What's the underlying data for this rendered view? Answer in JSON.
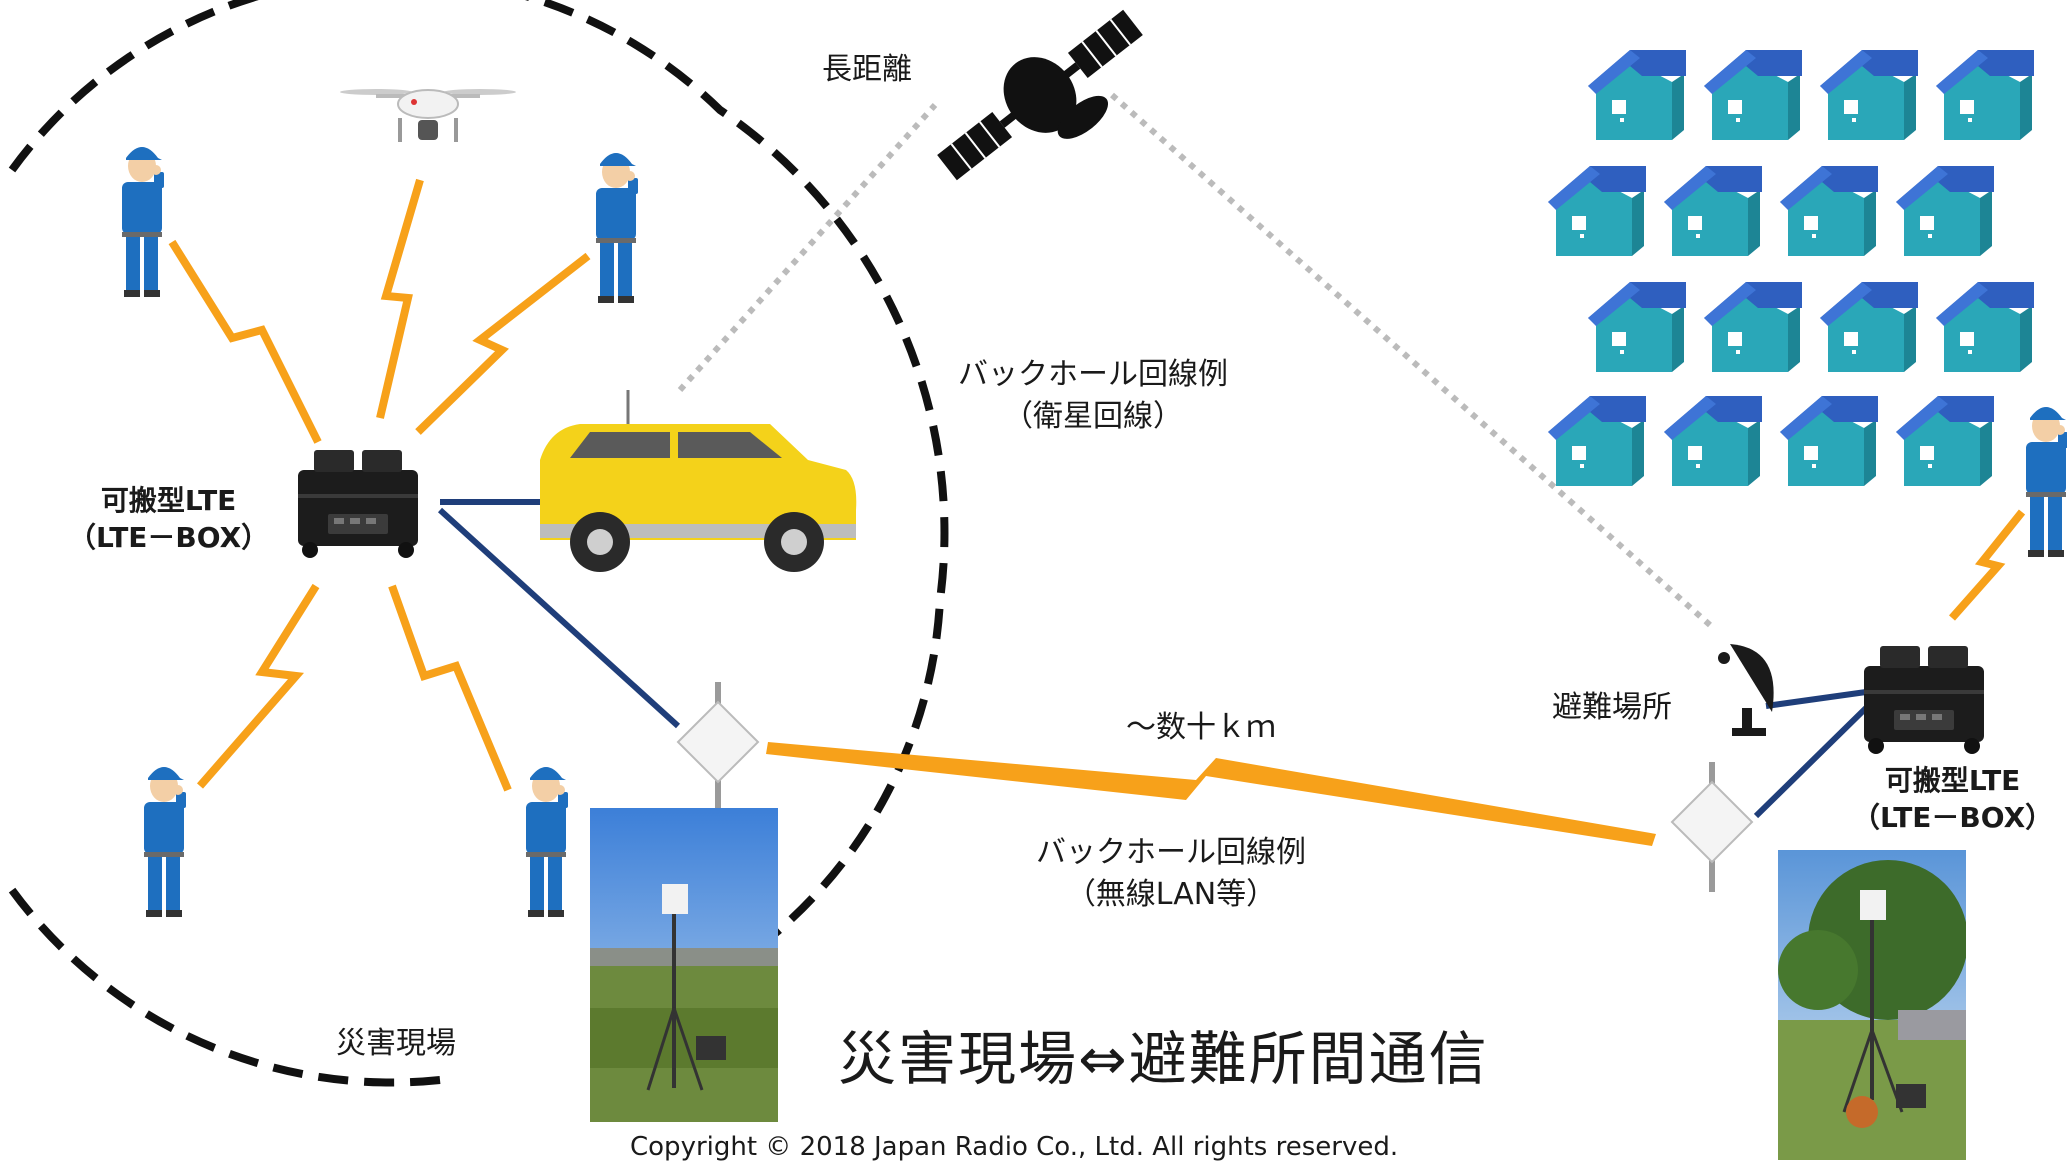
{
  "labels": {
    "long_distance": "長距離",
    "backhaul_satellite_line1": "バックホール回線例",
    "backhaul_satellite_line2": "（衛星回線）",
    "lte_box_left_line1": "可搬型LTE",
    "lte_box_left_line2": "（LTE－BOX）",
    "lte_box_right_line1": "可搬型LTE",
    "lte_box_right_line2": "（LTE－BOX）",
    "distance": "～数十ｋｍ",
    "backhaul_wireless_line1": "バックホール回線例",
    "backhaul_wireless_line2": "（無線LAN等）",
    "shelter": "避難場所",
    "disaster_site": "災害現場",
    "title": "災害現場⇔避難所間通信",
    "copyright": "Copyright © 2018 Japan Radio Co., Ltd. All rights reserved."
  },
  "colors": {
    "signal": "#f7a11a",
    "wired_link": "#1f3e7a",
    "house_wall": "#2aa7b8",
    "house_roof": "#2f5fbf",
    "worker": "#1e6fbf",
    "car": "#f4d21a",
    "satellite_link": "#bbbbbb"
  },
  "icons": [
    "satellite-icon",
    "drone-icon",
    "worker-icon",
    "lte-box-icon",
    "car-icon",
    "antenna-icon",
    "dish-icon",
    "house-icon"
  ]
}
